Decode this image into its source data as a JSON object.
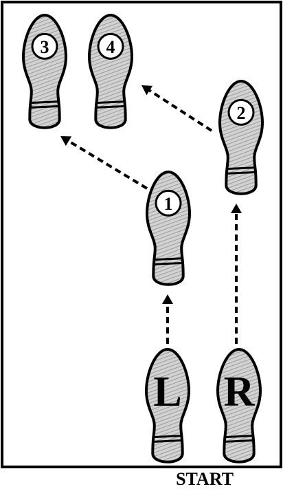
{
  "diagram": {
    "start_label": "START",
    "hatch_color": "#8c8c8c",
    "ink_color": "#000000",
    "feet": [
      {
        "id": "foot-l",
        "label": "L",
        "side": "left"
      },
      {
        "id": "foot-r",
        "label": "R",
        "side": "right"
      },
      {
        "id": "step-1",
        "label": "1",
        "side": "left"
      },
      {
        "id": "step-2",
        "label": "2",
        "side": "right"
      },
      {
        "id": "step-3",
        "label": "3",
        "side": "left"
      },
      {
        "id": "step-4",
        "label": "4",
        "side": "right"
      }
    ],
    "arrows": [
      {
        "from": "L",
        "to": "1"
      },
      {
        "from": "R",
        "to": "2"
      },
      {
        "from": "1",
        "to": "3"
      },
      {
        "from": "2",
        "to": "4"
      }
    ]
  }
}
